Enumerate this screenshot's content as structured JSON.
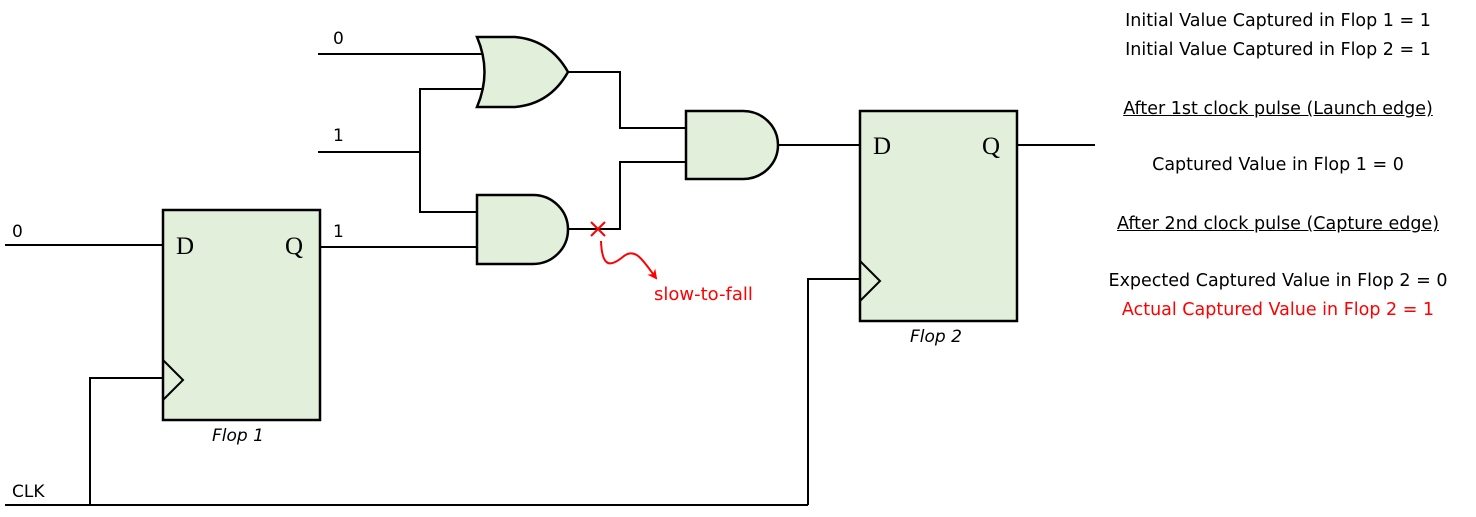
{
  "diagram": {
    "type": "sequential-logic-circuit",
    "inputs": {
      "flop1_d_value": "0",
      "or_top_input_value": "0",
      "shared_input_value": "1",
      "flop1_q_value": "1",
      "clock_label": "CLK"
    },
    "flop1": {
      "caption": "Flop 1",
      "d_pin": "D",
      "q_pin": "Q"
    },
    "flop2": {
      "caption": "Flop 2",
      "d_pin": "D",
      "q_pin": "Q"
    },
    "gates": [
      {
        "id": "or-gate",
        "type": "OR"
      },
      {
        "id": "and-gate-lower",
        "type": "AND"
      },
      {
        "id": "and-gate-output",
        "type": "AND"
      }
    ],
    "fault": {
      "marker": "x",
      "label": "slow-to-fall",
      "color": "#ff0000"
    },
    "colors": {
      "block_fill": "#e2efda",
      "wire": "#000000",
      "fault": "#ff0000"
    }
  },
  "notes": {
    "initial_flop1": "Initial Value Captured in Flop 1 = 1",
    "initial_flop2": "Initial Value Captured in Flop 2 = 1",
    "launch_heading": "After 1st clock pulse (Launch edge)",
    "launch_flop1": "Captured Value in Flop 1 = 0",
    "capture_heading": "After 2nd clock pulse (Capture edge)",
    "expected_flop2": "Expected Captured Value in Flop 2 = 0",
    "actual_flop2": "Actual Captured Value in Flop 2 = 1"
  }
}
